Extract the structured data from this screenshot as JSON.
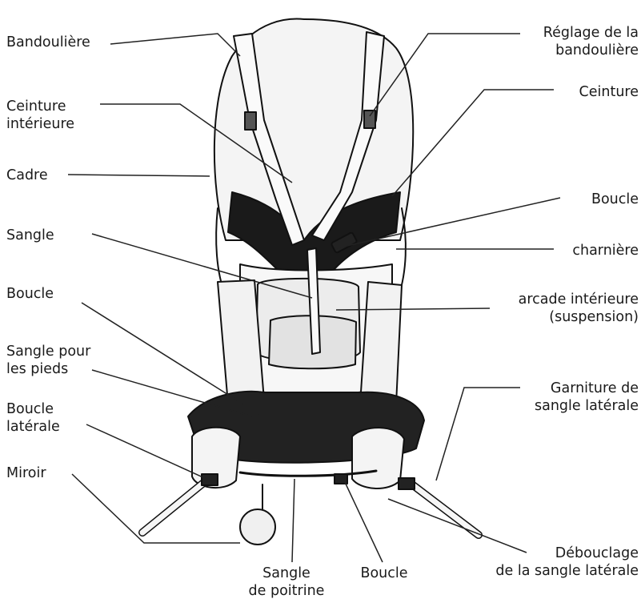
{
  "labels": {
    "bandouliere": "Bandoulière",
    "ceinture_interieure_1": "Ceinture",
    "ceinture_interieure_2": "intérieure",
    "cadre": "Cadre",
    "sangle": "Sangle",
    "boucle_left": "Boucle",
    "sangle_pieds_1": "Sangle pour",
    "sangle_pieds_2": "les pieds",
    "boucle_laterale_1": "Boucle",
    "boucle_laterale_2": "latérale",
    "miroir": "Miroir",
    "reglage_1": "Réglage de la",
    "reglage_2": "bandoulière",
    "ceinture": "Ceinture",
    "boucle_right": "Boucle",
    "charniere": "charnière",
    "arcade_1": "arcade intérieure",
    "arcade_2": "(suspension)",
    "garniture_1": "Garniture de",
    "garniture_2": "sangle latérale",
    "debouclage_1": "Débouclage",
    "debouclage_2": "de la sangle latérale",
    "sangle_poitrine_1": "Sangle",
    "sangle_poitrine_2": "de poitrine",
    "boucle_bottom": "Boucle"
  }
}
